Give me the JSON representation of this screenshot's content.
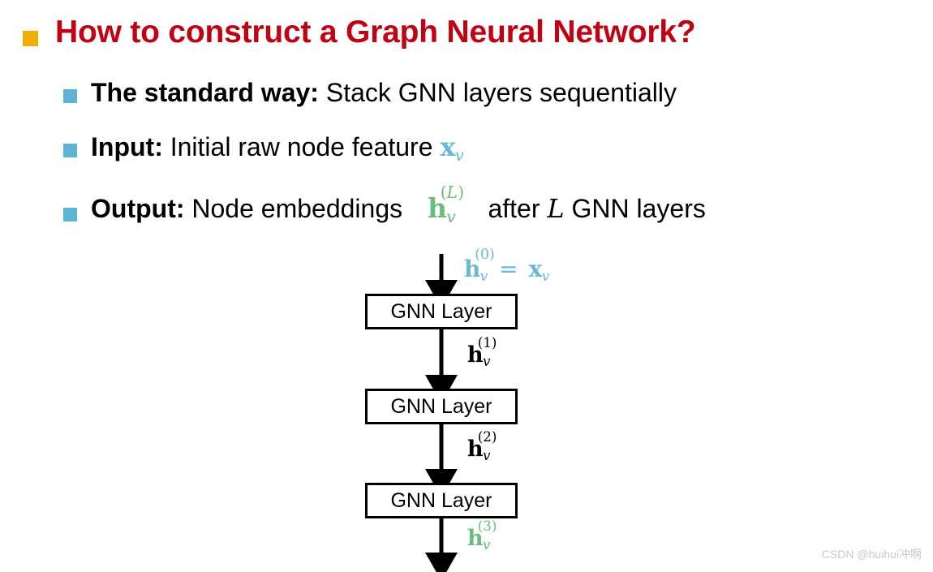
{
  "slide": {
    "title": {
      "text": "How to construct a Graph Neural Network?",
      "color": "#C00013",
      "bullet_color": "#F2AE00",
      "bullet_icon": "square-bullet-icon"
    },
    "sub_bullet_color": "#5CB4D6",
    "bullets": [
      {
        "id": "standard-way",
        "bold_lead": "The standard way:",
        "rest": " Stack GNN layers sequentially"
      },
      {
        "id": "input",
        "bold_lead": "Input:",
        "rest": " Initial raw node feature ",
        "math": {
          "base": "h",
          "sub": "v",
          "sup": "",
          "symbol": "x",
          "color": "#6CB7D8"
        }
      },
      {
        "id": "output",
        "bold_lead": "Output:",
        "rest": " Node embeddings ",
        "math": {
          "base": "h",
          "sub": "v",
          "sup": "(L)",
          "color": "#6CBB80"
        },
        "tail_before_var": " after ",
        "tail_var": "L",
        "tail_after_var": " GNN layers"
      }
    ]
  },
  "diagram": {
    "type": "flow",
    "box_label": "GNN Layer",
    "boxes": [
      {
        "id": "gnn-layer-1",
        "label": "GNN Layer"
      },
      {
        "id": "gnn-layer-2",
        "label": "GNN Layer"
      },
      {
        "id": "gnn-layer-3",
        "label": "GNN Layer"
      }
    ],
    "edge_labels": [
      {
        "id": "h0",
        "base": "h",
        "sub": "v",
        "sup": "(0)",
        "equals": "=",
        "rhs_base": "x",
        "rhs_sub": "v",
        "color": "#6CB7D8"
      },
      {
        "id": "h1",
        "base": "h",
        "sub": "v",
        "sup": "(1)",
        "color": "#000000"
      },
      {
        "id": "h2",
        "base": "h",
        "sub": "v",
        "sup": "(2)",
        "color": "#000000"
      },
      {
        "id": "h3",
        "base": "h",
        "sub": "v",
        "sup": "(3)",
        "color": "#6CBB80"
      }
    ],
    "arrow_color": "#000000",
    "box_border_color": "#000000"
  },
  "watermark": {
    "text": "CSDN @huihui冲啊",
    "color": "#C9C9C9"
  },
  "literals": {
    "h": "h",
    "v": "v",
    "x": "x",
    "L": "L",
    "eq": "=",
    "p0": "(0)",
    "p1": "(1)",
    "p2": "(2)",
    "p3": "(3)",
    "pL": "(L)"
  }
}
